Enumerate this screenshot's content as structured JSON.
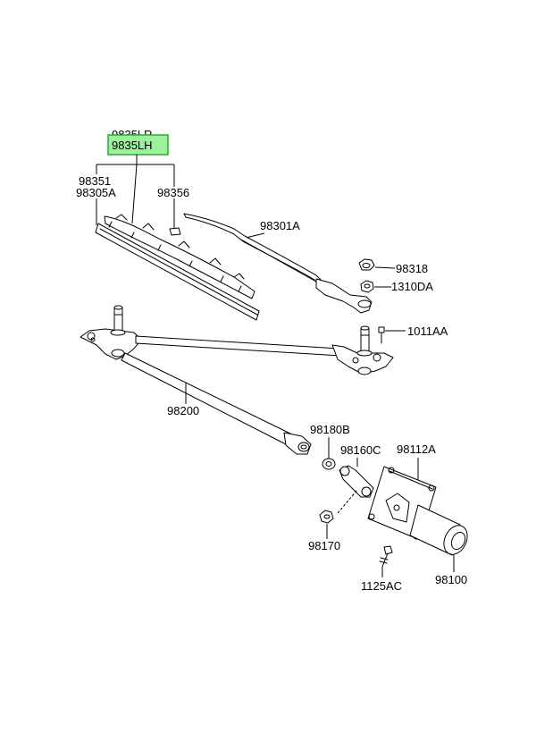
{
  "colors": {
    "highlight": "#9CF29C",
    "highlight_border": "#2EAA2E",
    "ink": "#000000",
    "background": "#FFFFFF"
  },
  "labels": {
    "blade_rh": "9835LR",
    "blade_lh": "9835LH",
    "refill": "98351",
    "blade_assy": "98305A",
    "clip": "98356",
    "arm": "98301A",
    "cap": "98318",
    "arm_nut": "1310DA",
    "pivot_bolt": "1011AA",
    "linkage": "98200",
    "bushing": "98180B",
    "crank_arm": "98160C",
    "bracket": "98112A",
    "crank_nut": "98170",
    "motor_bolt": "1125AC",
    "motor": "98100"
  }
}
